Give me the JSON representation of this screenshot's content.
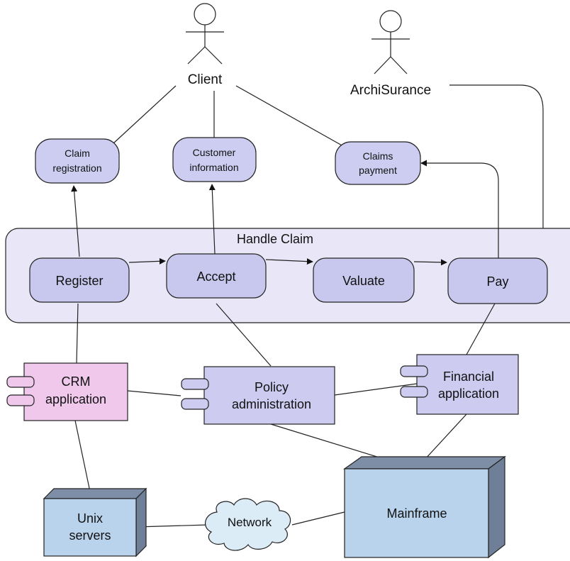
{
  "actors": {
    "client": "Client",
    "archisurance": "ArchiSurance"
  },
  "services": {
    "claim_registration": [
      "Claim",
      "registration"
    ],
    "customer_information": [
      "Customer",
      "information"
    ],
    "claims_payment": [
      "Claims",
      "payment"
    ]
  },
  "process": {
    "title": "Handle Claim",
    "steps": {
      "register": "Register",
      "accept": "Accept",
      "valuate": "Valuate",
      "pay": "Pay"
    }
  },
  "applications": {
    "crm": [
      "CRM",
      "application"
    ],
    "policy": [
      "Policy",
      "administration"
    ],
    "financial": [
      "Financial",
      "application"
    ]
  },
  "infrastructure": {
    "unix": [
      "Unix",
      "servers"
    ],
    "network": "Network",
    "mainframe": "Mainframe"
  },
  "colors": {
    "service_fill": "#cccdf0",
    "process_fill": "#e8e6f7",
    "step_fill": "#c8c8ee",
    "app_fill": "#cdcbf0",
    "crm_fill": "#efc8ec",
    "node_front": "#b9d3ec",
    "node_side": "#6e7f97",
    "network_fill": "#dcecf7",
    "stroke": "#222222"
  }
}
